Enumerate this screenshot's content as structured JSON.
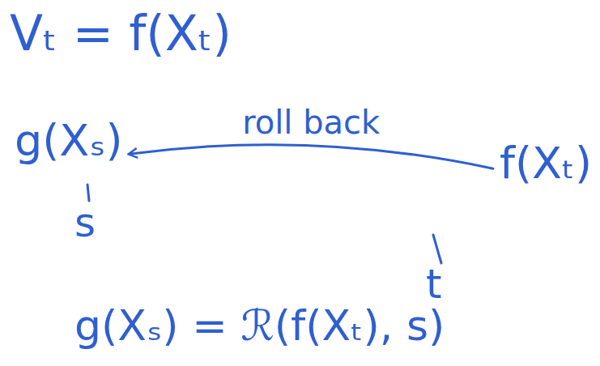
{
  "diagram": {
    "nodes": [
      {
        "text": [
          "g(Xₛ)"
        ]
      },
      {
        "text": [
          "f(Xₜ)"
        ]
      }
    ],
    "edges": [
      {
        "from": 1,
        "to": 0,
        "arrow": "to",
        "label": "roll back"
      }
    ],
    "labels": [
      "Vₜ = f(Xₜ)",
      "s",
      "t",
      "g(Xₛ) = ℛ(f(Xₜ), s)"
    ]
  }
}
